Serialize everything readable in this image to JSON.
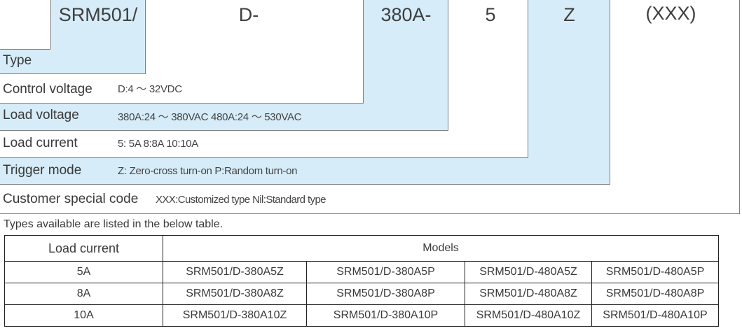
{
  "code_headers": [
    "SRM501/",
    "D-",
    "380A-",
    "5",
    "Z",
    "(XXX)"
  ],
  "rows": [
    {
      "label": "Type",
      "desc": ""
    },
    {
      "label": "Control voltage",
      "desc": "D:4 ～ 32VDC"
    },
    {
      "label": "Load voltage",
      "desc": "380A:24 ～ 380VAC  480A:24 ～ 530VAC"
    },
    {
      "label": "Load current",
      "desc": "5: 5A  8:8A  10:10A"
    },
    {
      "label": "Trigger mode",
      "desc": "Z: Zero-cross turn-on P:Random turn-on"
    },
    {
      "label": "Customer special code",
      "desc": "XXX:Customized type Nil:Standard type"
    }
  ],
  "note": "Types available are listed in the below table.",
  "table": {
    "headers": [
      "Load current",
      "Models"
    ],
    "rows": [
      {
        "current": "5A",
        "models": [
          "SRM501/D-380A5Z",
          "SRM501/D-380A5P",
          "SRM501/D-480A5Z",
          "SRM501/D-480A5P"
        ]
      },
      {
        "current": "8A",
        "models": [
          "SRM501/D-380A8Z",
          "SRM501/D-380A8P",
          "SRM501/D-480A8Z",
          "SRM501/D-480A8P"
        ]
      },
      {
        "current": "10A",
        "models": [
          "SRM501/D-380A10Z",
          "SRM501/D-380A10P",
          "SRM501/D-480A10Z",
          "SRM501/D-480A10P"
        ]
      }
    ]
  },
  "colors": {
    "highlight": "#d6ecf8",
    "line": "#7f7f7f",
    "table_border": "#222222"
  }
}
